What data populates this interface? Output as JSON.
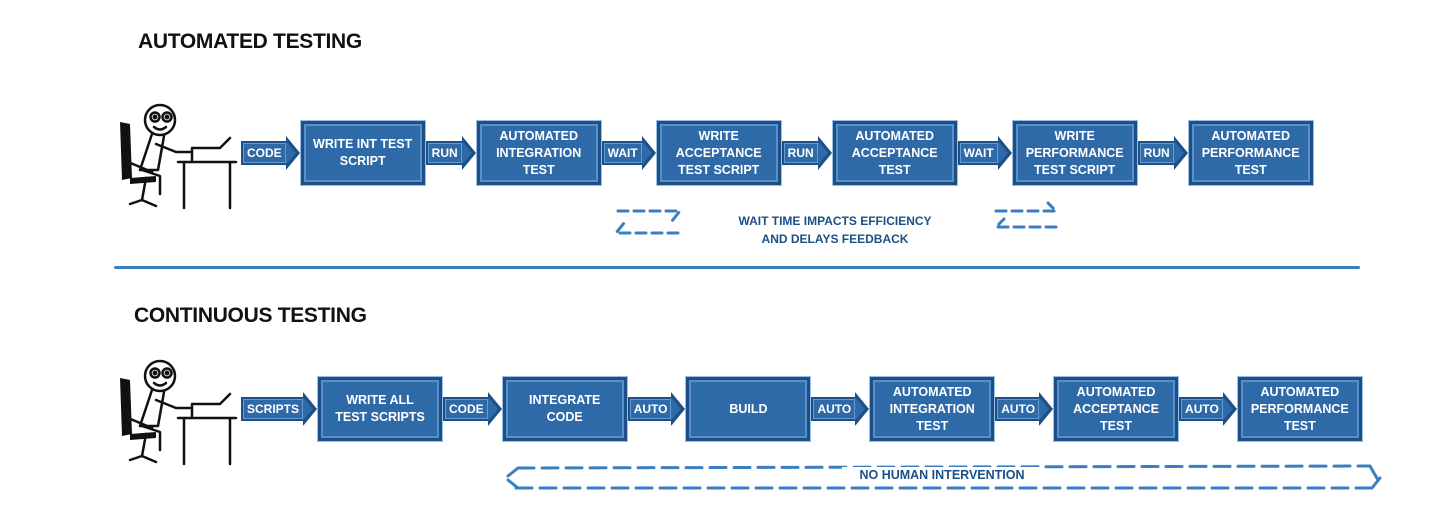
{
  "automated": {
    "title": "AUTOMATED TESTING",
    "flow": [
      {
        "kind": "arrow",
        "label": "CODE"
      },
      {
        "kind": "box",
        "label": "WRITE INT TEST\nSCRIPT"
      },
      {
        "kind": "arrow",
        "label": "RUN"
      },
      {
        "kind": "box",
        "label": "AUTOMATED\nINTEGRATION\nTEST"
      },
      {
        "kind": "arrow",
        "label": "WAIT"
      },
      {
        "kind": "box",
        "label": "WRITE\nACCEPTANCE\nTEST SCRIPT"
      },
      {
        "kind": "arrow",
        "label": "RUN"
      },
      {
        "kind": "box",
        "label": "AUTOMATED\nACCEPTANCE\nTEST"
      },
      {
        "kind": "arrow",
        "label": "WAIT"
      },
      {
        "kind": "box",
        "label": "WRITE\nPERFORMANCE\nTEST SCRIPT"
      },
      {
        "kind": "arrow",
        "label": "RUN"
      },
      {
        "kind": "box",
        "label": "AUTOMATED\nPERFORMANCE\nTEST"
      }
    ],
    "note": "WAIT TIME IMPACTS EFFICIENCY\nAND DELAYS FEEDBACK"
  },
  "continuous": {
    "title": "CONTINUOUS TESTING",
    "flow": [
      {
        "kind": "arrow",
        "label": "SCRIPTS"
      },
      {
        "kind": "box",
        "label": "WRITE ALL\nTEST SCRIPTS"
      },
      {
        "kind": "arrow",
        "label": "CODE"
      },
      {
        "kind": "box",
        "label": "INTEGRATE\nCODE"
      },
      {
        "kind": "arrow",
        "label": "AUTO"
      },
      {
        "kind": "box",
        "label": "BUILD"
      },
      {
        "kind": "arrow",
        "label": "AUTO"
      },
      {
        "kind": "box",
        "label": "AUTOMATED\nINTEGRATION\nTEST"
      },
      {
        "kind": "arrow",
        "label": "AUTO"
      },
      {
        "kind": "box",
        "label": "AUTOMATED\nACCEPTANCE\nTEST"
      },
      {
        "kind": "arrow",
        "label": "AUTO"
      },
      {
        "kind": "box",
        "label": "AUTOMATED\nPERFORMANCE\nTEST"
      }
    ],
    "note": "NO HUMAN INTERVENTION"
  },
  "colors": {
    "box_fill": "#2f6aa8",
    "box_border": "#1c4f87",
    "accent": "#3a7fc0"
  }
}
